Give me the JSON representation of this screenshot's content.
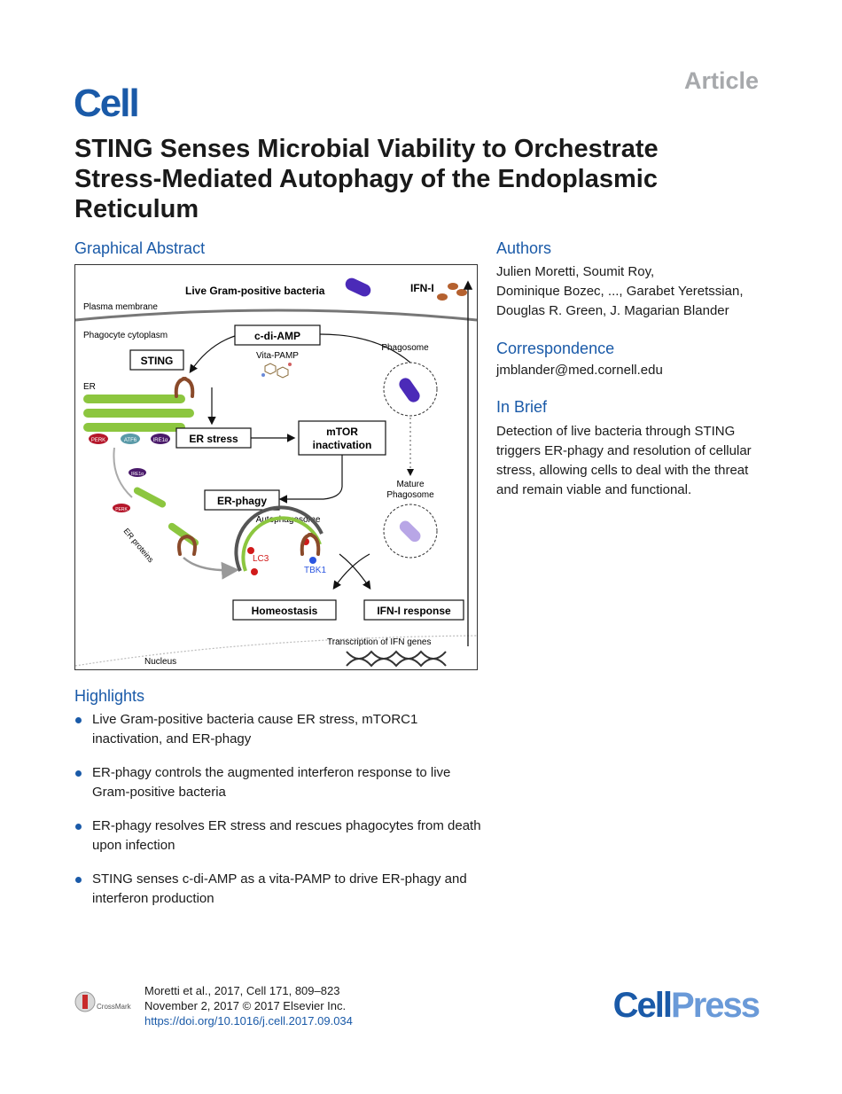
{
  "header": {
    "article_label": "Article",
    "journal_logo": "Cell",
    "title": "STING Senses Microbial Viability to Orchestrate Stress-Mediated Autophagy of the Endoplasmic Reticulum"
  },
  "graphical_abstract": {
    "heading": "Graphical Abstract",
    "labels": {
      "bacteria": "Live Gram-positive bacteria",
      "ifn": "IFN-I",
      "plasma_membrane": "Plasma membrane",
      "cytoplasm": "Phagocyte cytoplasm",
      "cdiamp": "c-di-AMP",
      "vitapamp": "Vita-PAMP",
      "sting": "STING",
      "phagosome": "Phagosome",
      "er": "ER",
      "perk": "PERK",
      "atf6": "ATF6",
      "ire1": "IRE1α",
      "er_stress": "ER stress",
      "mtor_line1": "mTOR",
      "mtor_line2": "inactivation",
      "er_phagy": "ER-phagy",
      "mature_line1": "Mature",
      "mature_line2": "Phagosome",
      "autophagosome": "Autophagosome",
      "lc3": "LC3",
      "tbk1": "TBK1",
      "er_proteins": "ER proteins",
      "homeostasis": "Homeostasis",
      "ifn_response": "IFN-I response",
      "transcription": "Transcription of IFN genes",
      "nucleus": "Nucleus"
    }
  },
  "authors": {
    "heading": "Authors",
    "lines": [
      "Julien Moretti, Soumit Roy,",
      "Dominique Bozec, ..., Garabet Yeretssian,",
      "Douglas R. Green, J. Magarian Blander"
    ]
  },
  "correspondence": {
    "heading": "Correspondence",
    "email": "jmblander@med.cornell.edu"
  },
  "in_brief": {
    "heading": "In Brief",
    "text": "Detection of live bacteria through STING triggers ER-phagy and resolution of cellular stress, allowing cells to deal with the threat and remain viable and functional."
  },
  "highlights": {
    "heading": "Highlights",
    "items": [
      "Live Gram-positive bacteria cause ER stress, mTORC1 inactivation, and ER-phagy",
      "ER-phagy controls the augmented interferon response to live Gram-positive bacteria",
      "ER-phagy resolves ER stress and rescues phagocytes from death upon infection",
      "STING senses c-di-AMP as a vita-PAMP to drive ER-phagy and interferon production"
    ]
  },
  "footer": {
    "crossmark": "CrossMark",
    "citation": "Moretti et al., 2017, Cell 171, 809–823",
    "date": "November 2, 2017 © 2017 Elsevier Inc.",
    "doi": "https://doi.org/10.1016/j.cell.2017.09.034",
    "publisher_a": "Cell",
    "publisher_b": "Press"
  },
  "colors": {
    "accent_blue": "#1a5aa8",
    "er_green": "#8cc63f",
    "perk_red": "#b5172b",
    "bacteria_purple": "#4b2ab8"
  }
}
